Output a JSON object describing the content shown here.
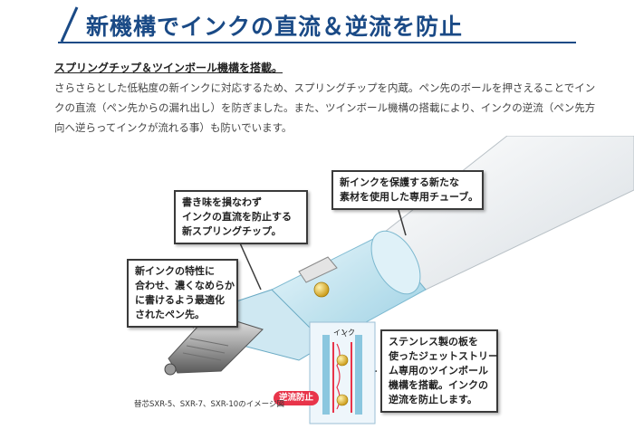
{
  "header": {
    "title": "新機構でインクの直流＆逆流を防止"
  },
  "subheading": "スプリングチップ＆ツインボール機構を搭載。",
  "body_lines": [
    "さらさらとした低粘度の新インクに対応するため、スプリングチップを内蔵。ペン先のボールを押さえることでイン",
    "クの直流（ペン先からの漏れ出し）を防ぎました。また、ツインボール機構の搭載により、インクの逆流（ペン先方",
    "向へ逆らってインクが流れる事）も防いでいます。"
  ],
  "figure": {
    "callouts": {
      "tube": [
        "新インクを保護する新たな",
        "素材を使用した専用チューブ。"
      ],
      "spring": [
        "書き味を損なわず",
        "インクの直流を防止する",
        "新スプリングチップ。"
      ],
      "tip": [
        "新インクの特性に",
        "合わせ、濃くなめらか",
        "に書けるよう最適化",
        "されたペン先。"
      ],
      "twin": [
        "ステンレス製の板を",
        "使ったジェットストリー",
        "ム専用のツインボール",
        "機構を搭載。インクの",
        "逆流を防止します。"
      ]
    },
    "inset_label": "インク",
    "badge": "逆流防止",
    "caption": "替芯SXR-5、SXR-7、SXR-10のイメージ図"
  },
  "colors": {
    "title": "#1a4a86",
    "rule": "#1a4a86",
    "badge": "#e8344a",
    "tube_glass": "#bfe3ef"
  }
}
